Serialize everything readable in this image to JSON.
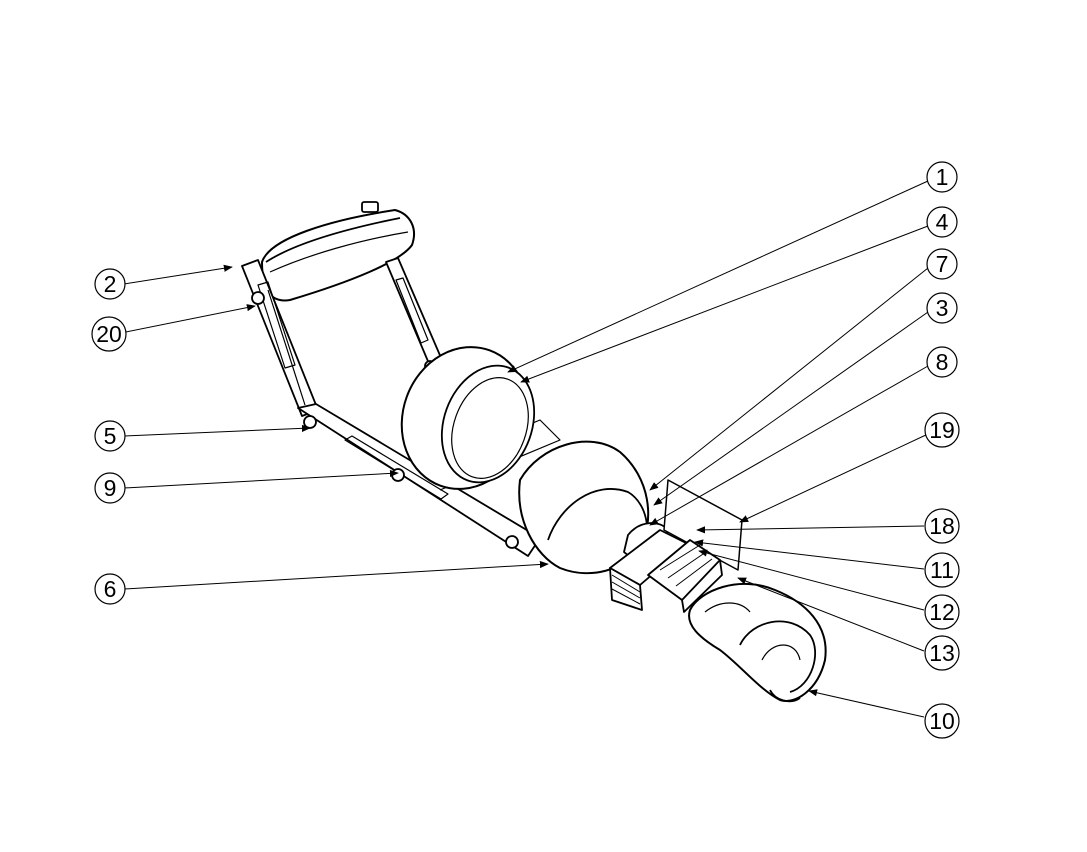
{
  "drawing": {
    "line_color": "#000000",
    "background_color": "#ffffff",
    "balloons": [
      {
        "id": "b1",
        "label": "1"
      },
      {
        "id": "b4",
        "label": "4"
      },
      {
        "id": "b7",
        "label": "7"
      },
      {
        "id": "b3",
        "label": "3"
      },
      {
        "id": "b8",
        "label": "8"
      },
      {
        "id": "b19",
        "label": "19"
      },
      {
        "id": "b18",
        "label": "18"
      },
      {
        "id": "b11",
        "label": "11"
      },
      {
        "id": "b12",
        "label": "12"
      },
      {
        "id": "b13",
        "label": "13"
      },
      {
        "id": "b10",
        "label": "10"
      },
      {
        "id": "b2",
        "label": "2"
      },
      {
        "id": "b20",
        "label": "20"
      },
      {
        "id": "b5",
        "label": "5"
      },
      {
        "id": "b9",
        "label": "9"
      },
      {
        "id": "b6",
        "label": "6"
      }
    ]
  }
}
